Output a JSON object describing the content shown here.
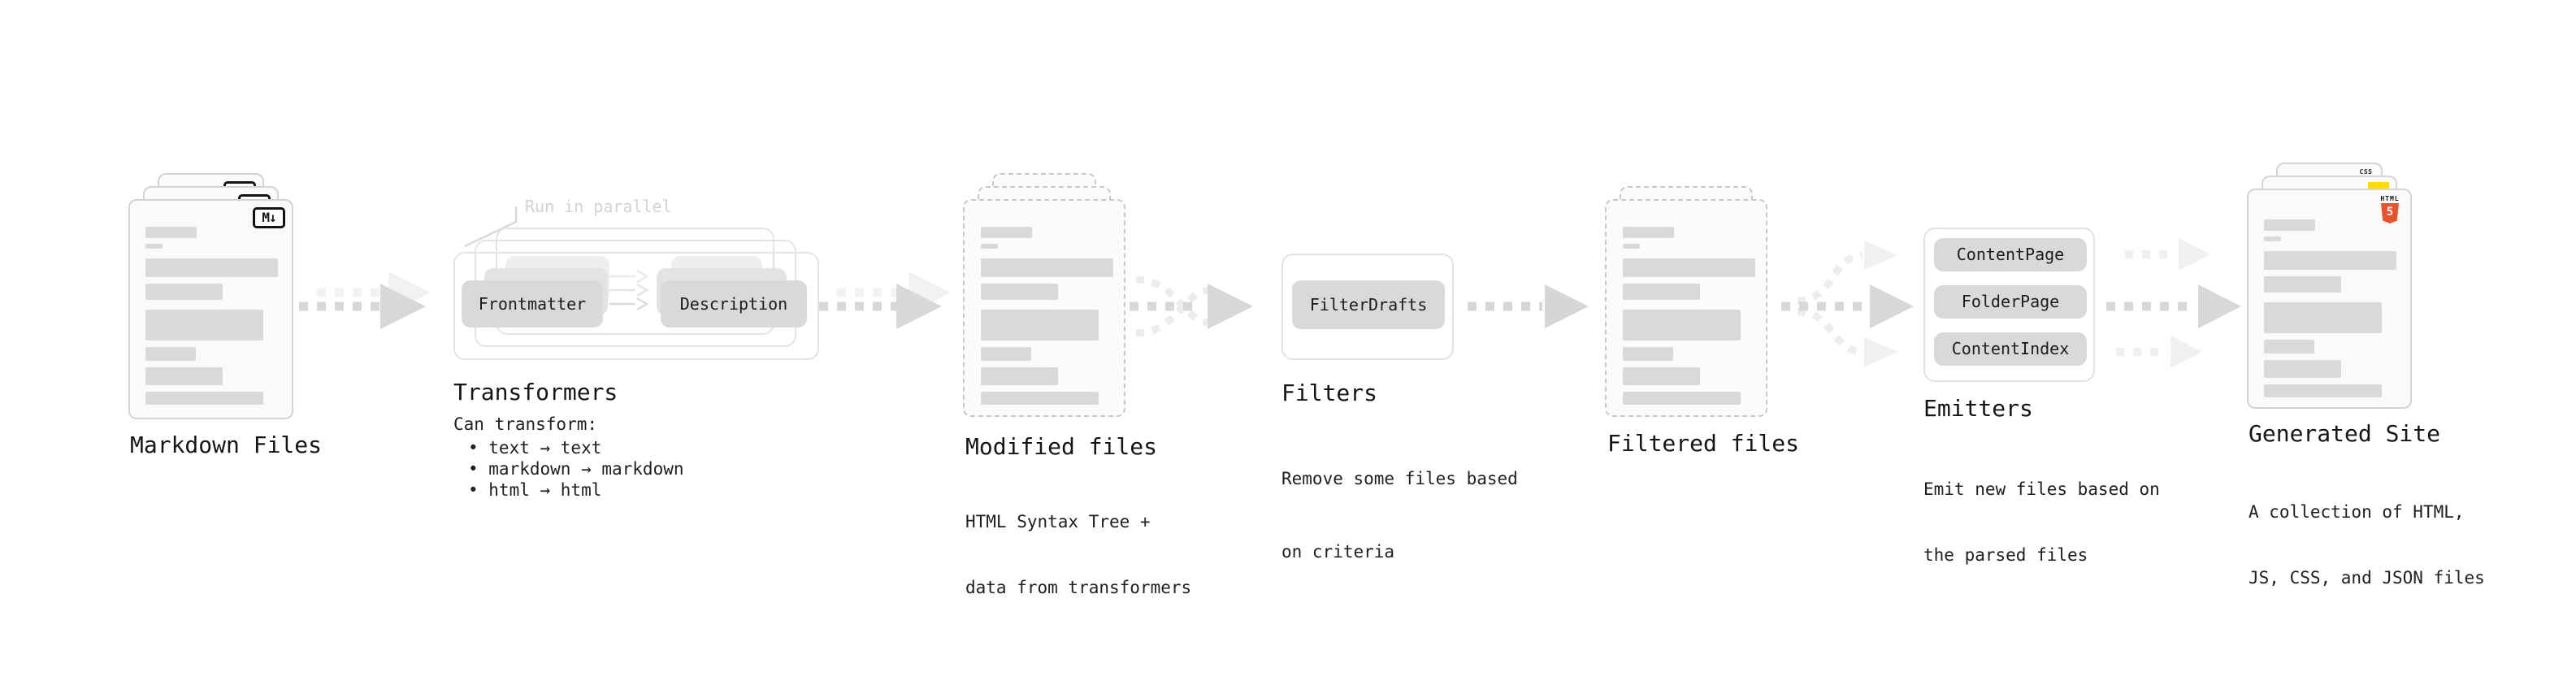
{
  "stages": {
    "markdown": {
      "label": "Markdown Files"
    },
    "transformers": {
      "label": "Transformers",
      "note": "Run in parallel",
      "desc": "Can transform:",
      "bullets": [
        "• text → text",
        "• markdown → markdown",
        "• html → html"
      ],
      "frontmatter": "Frontmatter",
      "description": "Description"
    },
    "modified": {
      "label": "Modified files",
      "sub": [
        "HTML Syntax Tree +",
        "data from transformers"
      ]
    },
    "filters": {
      "label": "Filters",
      "button": "FilterDrafts",
      "sub": [
        "Remove some files based",
        "on criteria"
      ]
    },
    "filtered": {
      "label": "Filtered files"
    },
    "emitters": {
      "label": "Emitters",
      "buttons": [
        "ContentPage",
        "FolderPage",
        "ContentIndex"
      ],
      "sub": [
        "Emit new files based on",
        "the parsed files"
      ]
    },
    "generated": {
      "label": "Generated Site",
      "sub": [
        "A collection of HTML,",
        "JS, CSS, and JSON files"
      ]
    }
  },
  "icons": {
    "markdown_badge": "M↓",
    "html5_text": "HTML",
    "html5_number": "5",
    "css_text": "CSS"
  },
  "colors": {
    "html5_orange": "#e8532c",
    "js_yellow": "#ffdd00",
    "css_blue": "#2b63e8",
    "arrow_gray": "#d8d8d8",
    "arrow_light": "#f0f0f0"
  }
}
